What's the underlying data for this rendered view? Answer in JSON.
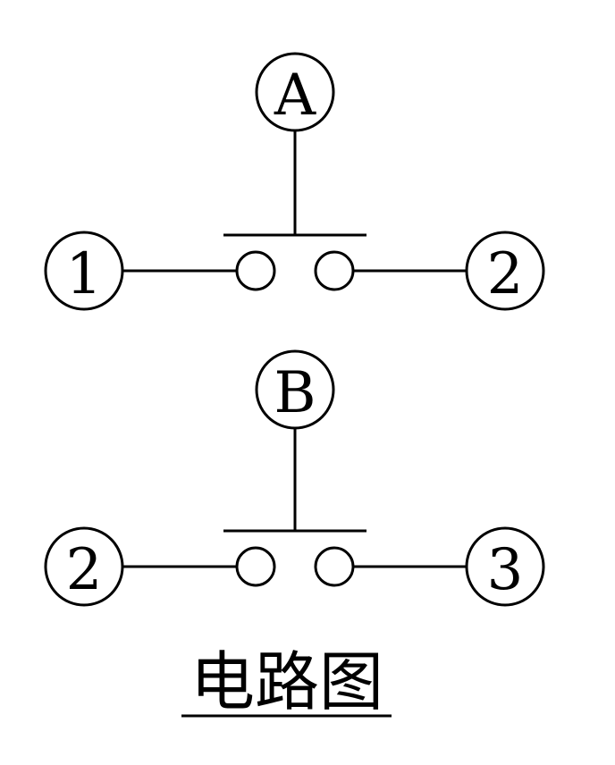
{
  "switches": [
    {
      "actuator": "A",
      "left_terminal": "1",
      "right_terminal": "2"
    },
    {
      "actuator": "B",
      "left_terminal": "2",
      "right_terminal": "3"
    }
  ],
  "caption": "电路图"
}
